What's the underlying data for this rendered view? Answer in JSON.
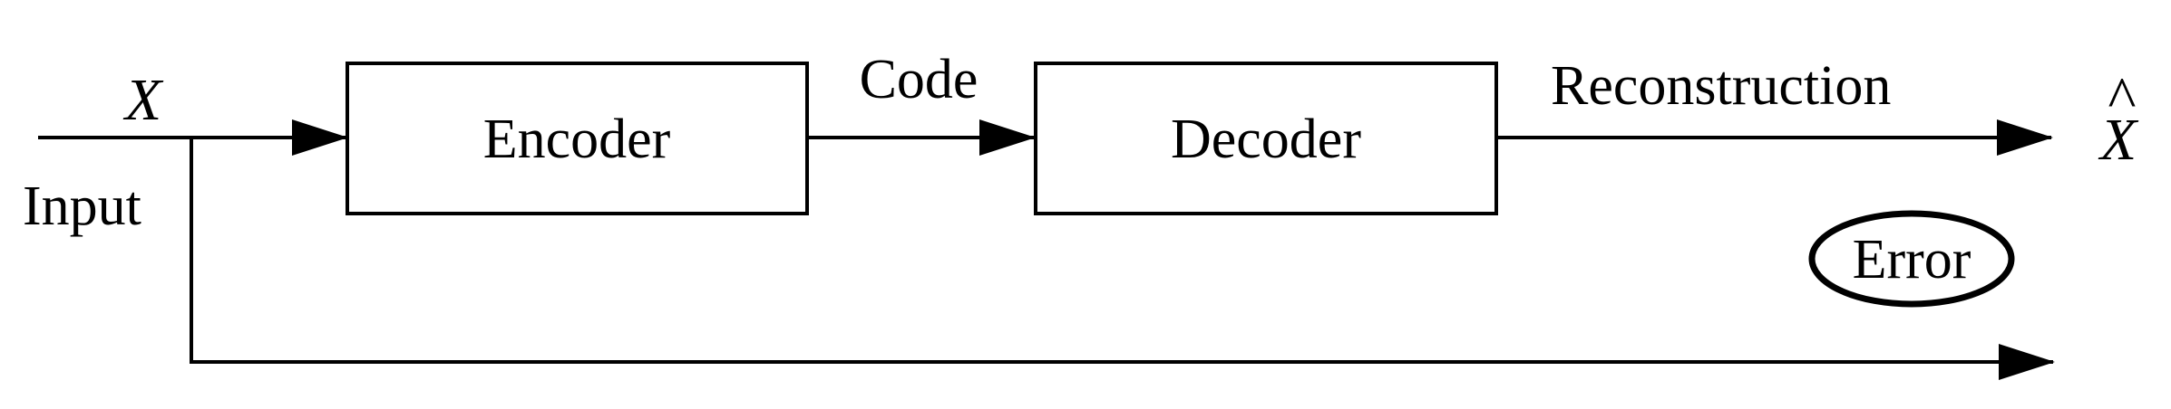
{
  "diagram": {
    "input_symbol": "X",
    "input_label": "Input",
    "encoder_label": "Encoder",
    "code_label": "Code",
    "decoder_label": "Decoder",
    "reconstruction_label": "Reconstruction",
    "output_symbol": "X",
    "output_hat": "^",
    "error_label": "Error"
  },
  "colors": {
    "stroke": "#000000",
    "background": "#ffffff"
  }
}
